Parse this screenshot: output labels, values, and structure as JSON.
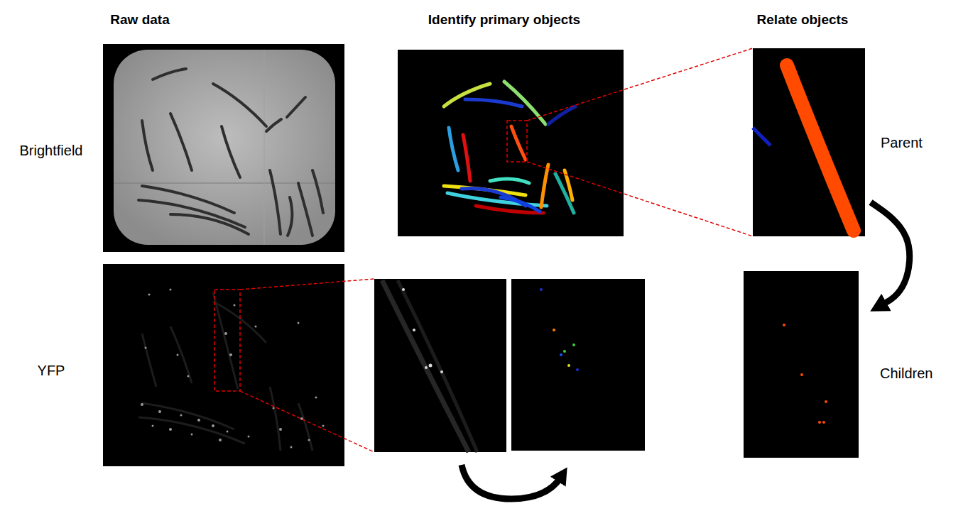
{
  "diagram": {
    "nodes": [
      {
        "text": [
          "Parent"
        ]
      },
      {
        "text": [
          "Children"
        ]
      }
    ],
    "edges": [
      {
        "from": 0,
        "to": 1,
        "arrow": "to"
      }
    ],
    "labels": [
      "Raw data",
      "Identify primary objects",
      "Relate objects",
      "Brightfield",
      "YFP"
    ]
  }
}
